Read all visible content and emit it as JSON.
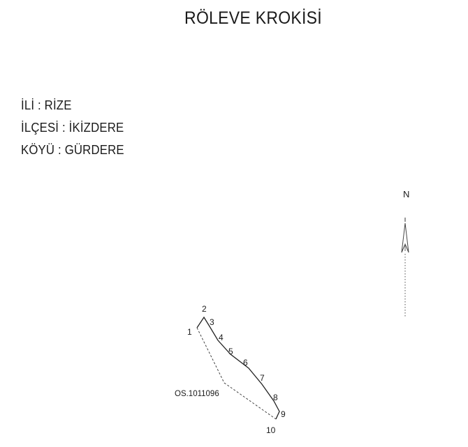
{
  "title": "RÖLEVE KROKİSİ",
  "info": {
    "il": "İLİ : RİZE",
    "ilce": "İLÇESİ : İKİZDERE",
    "koy": "KÖYÜ : GÜRDERE"
  },
  "north": {
    "label": "N"
  },
  "parcel": {
    "label": "OS.1011096",
    "points": [
      {
        "label": "1"
      },
      {
        "label": "2"
      },
      {
        "label": "3"
      },
      {
        "label": "4"
      },
      {
        "label": "5"
      },
      {
        "label": "6"
      },
      {
        "label": "7"
      },
      {
        "label": "8"
      },
      {
        "label": "9"
      },
      {
        "label": "10"
      }
    ]
  }
}
